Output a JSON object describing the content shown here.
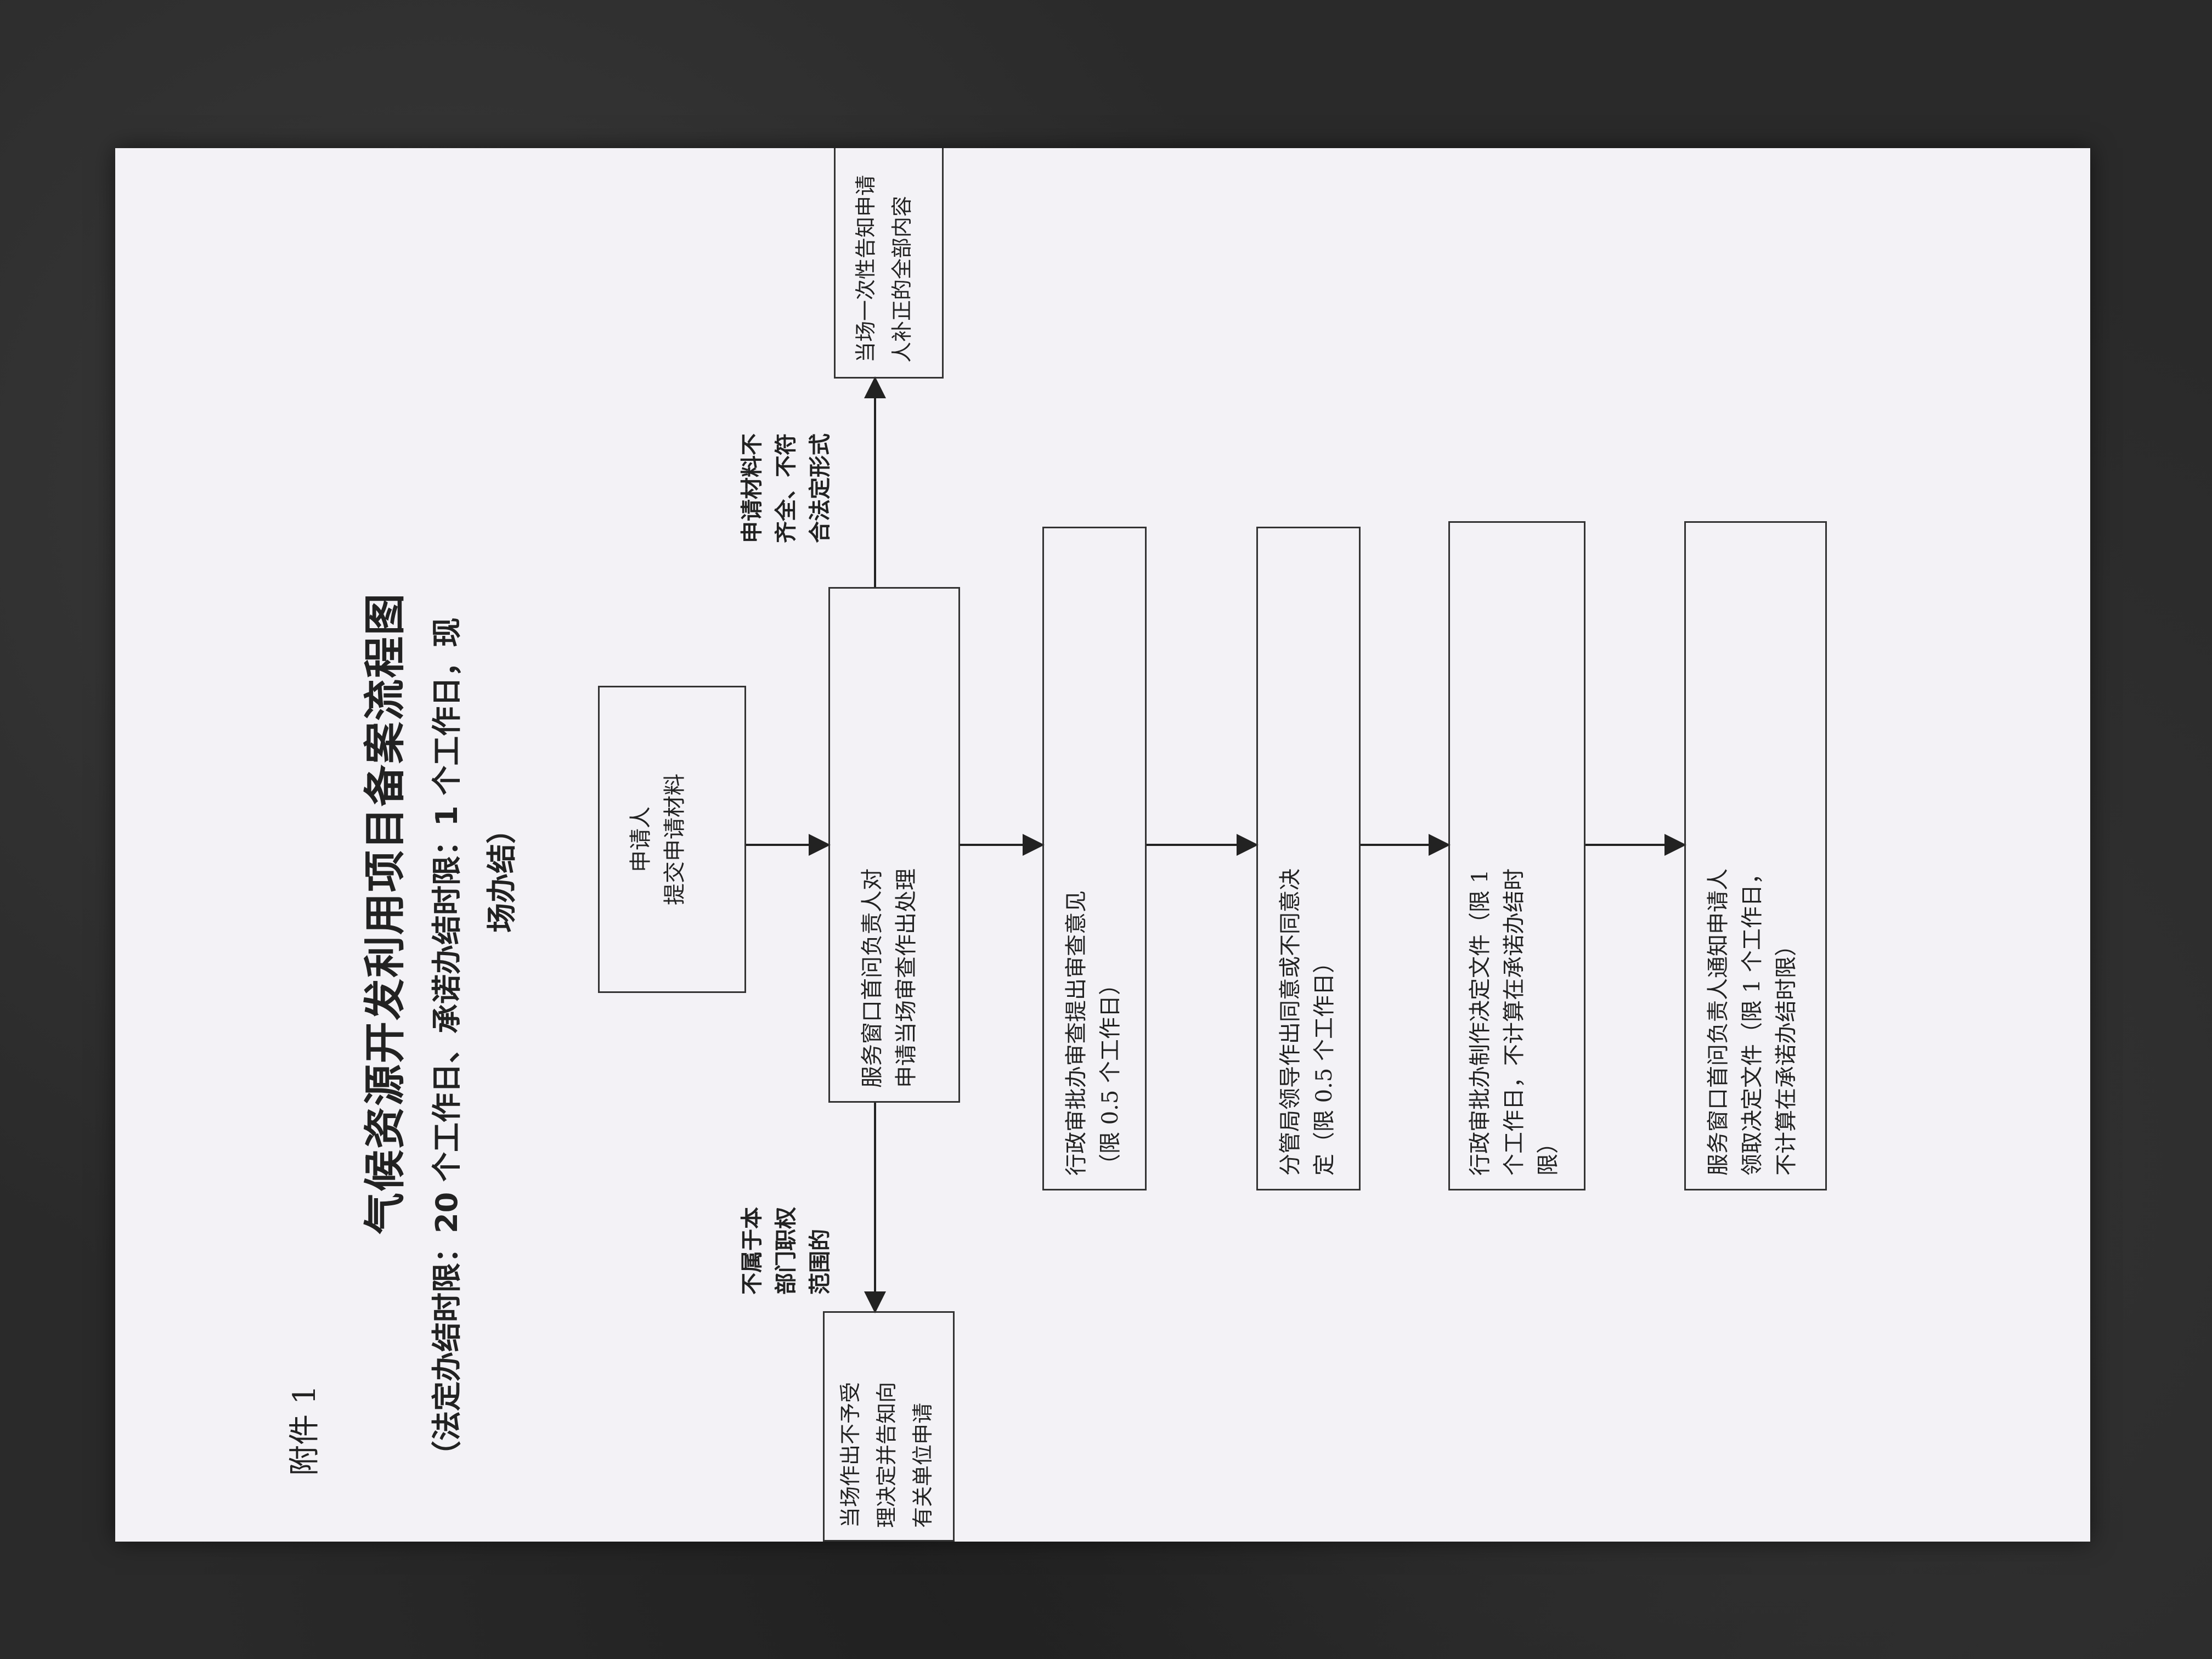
{
  "attachment": "附件 1",
  "title": "气候资源开发利用项目备案流程图",
  "subtitle_line1": "（法定办结时限：20 个工作日、承诺办结时限：1 个工作日，现",
  "subtitle_line2": "场办结）",
  "nodes": {
    "applicant_1": "申请人",
    "applicant_2": "提交申请材料",
    "service_1": "服务窗口首问负责人对",
    "service_2": "申请当场审查作出处理",
    "reject_1": "当场作出不予受",
    "reject_2": "理决定并告知向",
    "reject_3": "有关单位申请",
    "notify_1": "当场一次性告知申请",
    "notify_2": "人补正的全部内容",
    "review_1": "行政审批办审查提出审查意见",
    "review_2": "（限 0.5 个工作日）",
    "leader_1": "分管局领导作出同意或不同意决",
    "leader_2": "定（限 0.5 个工作日）",
    "decision_1": "行政审批办制作决定文件（限 1",
    "decision_2": "个工作日，不计算在承诺办结时",
    "decision_3": "限）",
    "final_1": "服务窗口首问负责人通知申请人",
    "final_2": "领取决定文件（限 1 个工作日，",
    "final_3": "不计算在承诺办结时限）"
  },
  "labels": {
    "not_in_scope_1": "不属于本",
    "not_in_scope_2": "部门职权",
    "not_in_scope_3": "范围的",
    "incomplete_1": "申请材料不",
    "incomplete_2": "齐全、不符",
    "incomplete_3": "合法定形式"
  }
}
